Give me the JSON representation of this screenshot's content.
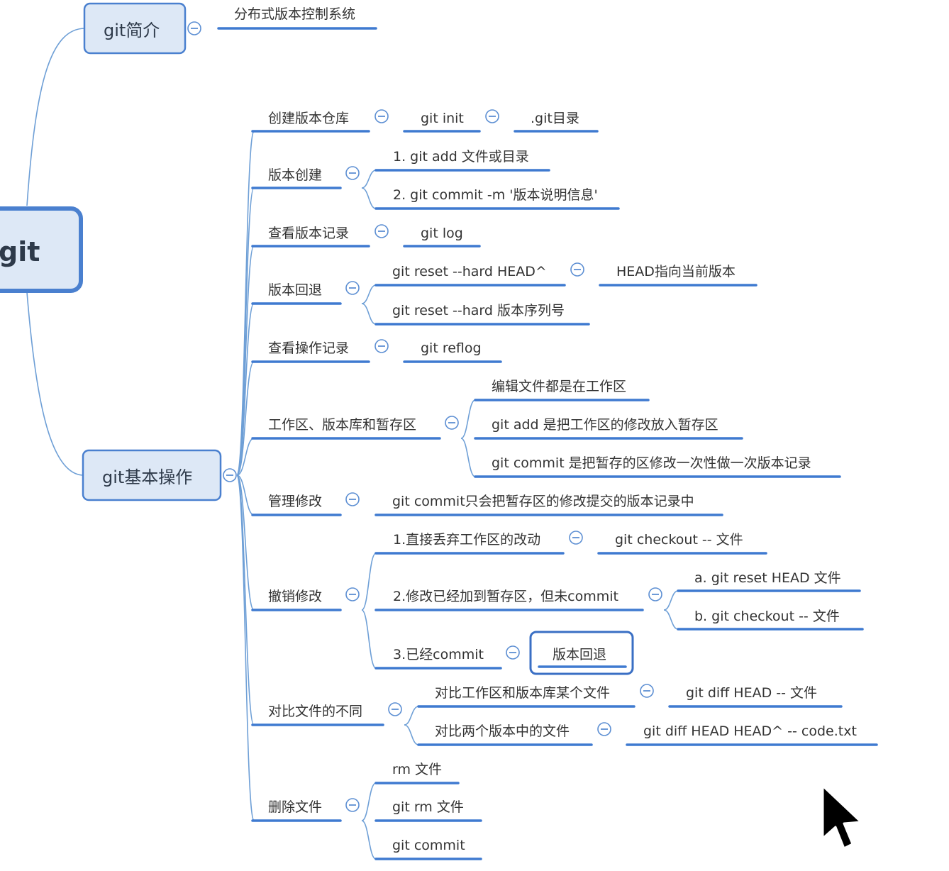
{
  "root": {
    "label": "git"
  },
  "intro": {
    "label": "git简介",
    "child": "分布式版本控制系统"
  },
  "basic": {
    "label": "git基本操作"
  },
  "ops": {
    "create_repo": {
      "label": "创建版本仓库",
      "cmd": "git init",
      "note": ".git目录"
    },
    "version_create": {
      "label": "版本创建",
      "step1": "1. git add 文件或目录",
      "step2": "2. git commit -m '版本说明信息'"
    },
    "view_log": {
      "label": "查看版本记录",
      "cmd": "git log"
    },
    "rollback": {
      "label": "版本回退",
      "cmd1": "git reset --hard HEAD^",
      "note1": "HEAD指向当前版本",
      "cmd2": "git reset --hard 版本序列号"
    },
    "view_ops": {
      "label": "查看操作记录",
      "cmd": "git reflog"
    },
    "workspace": {
      "label": "工作区、版本库和暂存区",
      "item1": "编辑文件都是在工作区",
      "item2": "git add 是把工作区的修改放入暂存区",
      "item3": "git commit 是把暂存的区修改一次性做一次版本记录"
    },
    "manage": {
      "label": "管理修改",
      "item": "git commit只会把暂存区的修改提交的版本记录中"
    },
    "undo": {
      "label": "撤销修改",
      "case1": "1.直接丢弃工作区的改动",
      "case1_cmd": "git checkout -- 文件",
      "case2": "2.修改已经加到暂存区，但未commit",
      "case2_a": "a. git reset HEAD 文件",
      "case2_b": "b. git checkout -- 文件",
      "case3": "3.已经commit",
      "case3_ref": "版本回退"
    },
    "diff": {
      "label": "对比文件的不同",
      "case1": "对比工作区和版本库某个文件",
      "case1_cmd": "git diff HEAD -- 文件",
      "case2": "对比两个版本中的文件",
      "case2_cmd": "git diff HEAD HEAD^ -- code.txt"
    },
    "delete": {
      "label": "删除文件",
      "step1": "rm 文件",
      "step2": "git rm 文件",
      "step3": "git commit"
    }
  },
  "colors": {
    "link": "#6e9fd6",
    "underline": "#3f7ad0",
    "box_fill": "#dde8f6",
    "box_stroke": "#4a80cf"
  },
  "icons": {
    "collapse": "collapse-toggle-icon",
    "cursor": "mouse-pointer-icon"
  }
}
